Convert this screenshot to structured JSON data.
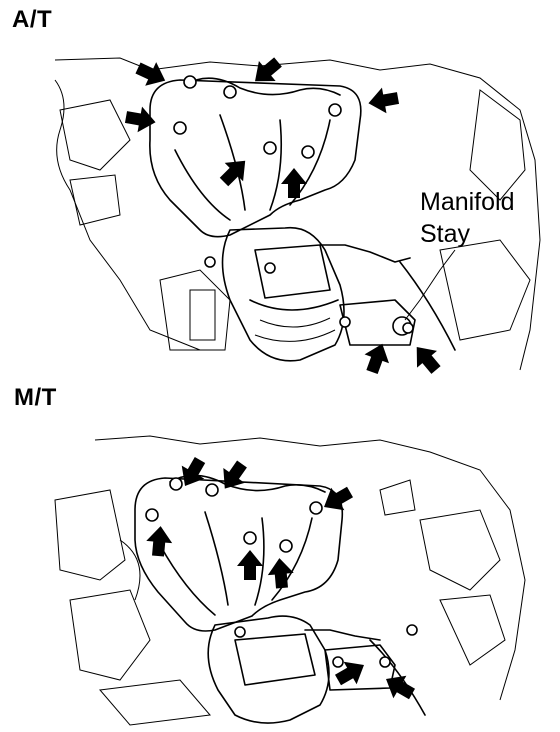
{
  "top_panel": {
    "label": "A/T",
    "callout_line1": "Manifold",
    "callout_line2": "Stay"
  },
  "bottom_panel": {
    "label": "M/T"
  },
  "icons": {
    "arrow": "solid-black-arrow",
    "bolt": "bolt-icon"
  }
}
